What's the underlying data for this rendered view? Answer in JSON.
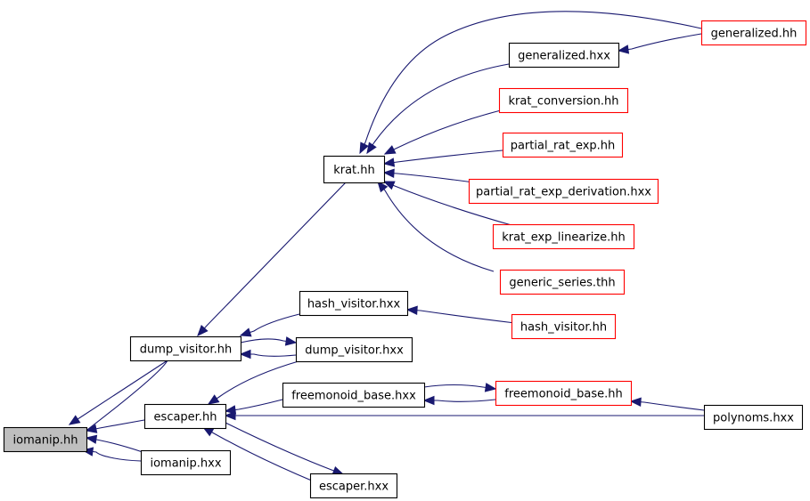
{
  "colors": {
    "edge": "#191970",
    "node_border_black": "#000000",
    "node_border_red": "#ff0000",
    "node_fill": "#ffffff",
    "focus_fill": "#bfbfbf"
  },
  "nodes": [
    {
      "id": "iomanip_hh",
      "label": "iomanip.hh",
      "border": "black",
      "focus": true
    },
    {
      "id": "dump_visitor_hh",
      "label": "dump_visitor.hh",
      "border": "black"
    },
    {
      "id": "escaper_hh",
      "label": "escaper.hh",
      "border": "black"
    },
    {
      "id": "iomanip_hxx",
      "label": "iomanip.hxx",
      "border": "black"
    },
    {
      "id": "krat_hh",
      "label": "krat.hh",
      "border": "black"
    },
    {
      "id": "hash_visitor_hxx",
      "label": "hash_visitor.hxx",
      "border": "black"
    },
    {
      "id": "dump_visitor_hxx",
      "label": "dump_visitor.hxx",
      "border": "black"
    },
    {
      "id": "freemonoid_base_hxx",
      "label": "freemonoid_base.hxx",
      "border": "black"
    },
    {
      "id": "escaper_hxx",
      "label": "escaper.hxx",
      "border": "black"
    },
    {
      "id": "generalized_hxx",
      "label": "generalized.hxx",
      "border": "black"
    },
    {
      "id": "krat_conversion_hh",
      "label": "krat_conversion.hh",
      "border": "red"
    },
    {
      "id": "partial_rat_exp_hh",
      "label": "partial_rat_exp.hh",
      "border": "red"
    },
    {
      "id": "partial_rat_exp_derivation_hxx",
      "label": "partial_rat_exp_derivation.hxx",
      "border": "red"
    },
    {
      "id": "krat_exp_linearize_hh",
      "label": "krat_exp_linearize.hh",
      "border": "red"
    },
    {
      "id": "generic_series_thh",
      "label": "generic_series.thh",
      "border": "red"
    },
    {
      "id": "hash_visitor_hh",
      "label": "hash_visitor.hh",
      "border": "red"
    },
    {
      "id": "freemonoid_base_hh",
      "label": "freemonoid_base.hh",
      "border": "red"
    },
    {
      "id": "generalized_hh",
      "label": "generalized.hh",
      "border": "red"
    },
    {
      "id": "polynoms_hxx",
      "label": "polynoms.hxx",
      "border": "black"
    }
  ],
  "edges": [
    {
      "from": "iomanip_hh",
      "to": "dump_visitor_hh"
    },
    {
      "from": "iomanip_hh",
      "to": "escaper_hh"
    },
    {
      "from": "iomanip_hh",
      "to": "iomanip_hxx"
    },
    {
      "from": "iomanip_hxx",
      "to": "iomanip_hh"
    },
    {
      "from": "dump_visitor_hh",
      "to": "krat_hh"
    },
    {
      "from": "dump_visitor_hh",
      "to": "hash_visitor_hxx"
    },
    {
      "from": "dump_visitor_hh",
      "to": "dump_visitor_hxx"
    },
    {
      "from": "dump_visitor_hxx",
      "to": "dump_visitor_hh"
    },
    {
      "from": "escaper_hh",
      "to": "dump_visitor_hxx"
    },
    {
      "from": "escaper_hh",
      "to": "freemonoid_base_hxx"
    },
    {
      "from": "escaper_hh",
      "to": "escaper_hxx"
    },
    {
      "from": "escaper_hxx",
      "to": "escaper_hh"
    },
    {
      "from": "escaper_hh",
      "to": "polynoms_hxx"
    },
    {
      "from": "krat_hh",
      "to": "generalized_hxx"
    },
    {
      "from": "krat_hh",
      "to": "krat_conversion_hh"
    },
    {
      "from": "krat_hh",
      "to": "partial_rat_exp_hh"
    },
    {
      "from": "krat_hh",
      "to": "partial_rat_exp_derivation_hxx"
    },
    {
      "from": "krat_hh",
      "to": "krat_exp_linearize_hh"
    },
    {
      "from": "krat_hh",
      "to": "generic_series_thh"
    },
    {
      "from": "krat_hh",
      "to": "generalized_hh"
    },
    {
      "from": "generalized_hxx",
      "to": "generalized_hh"
    },
    {
      "from": "hash_visitor_hxx",
      "to": "hash_visitor_hh"
    },
    {
      "from": "freemonoid_base_hxx",
      "to": "freemonoid_base_hh"
    },
    {
      "from": "freemonoid_base_hh",
      "to": "freemonoid_base_hxx"
    },
    {
      "from": "freemonoid_base_hh",
      "to": "polynoms_hxx"
    }
  ]
}
